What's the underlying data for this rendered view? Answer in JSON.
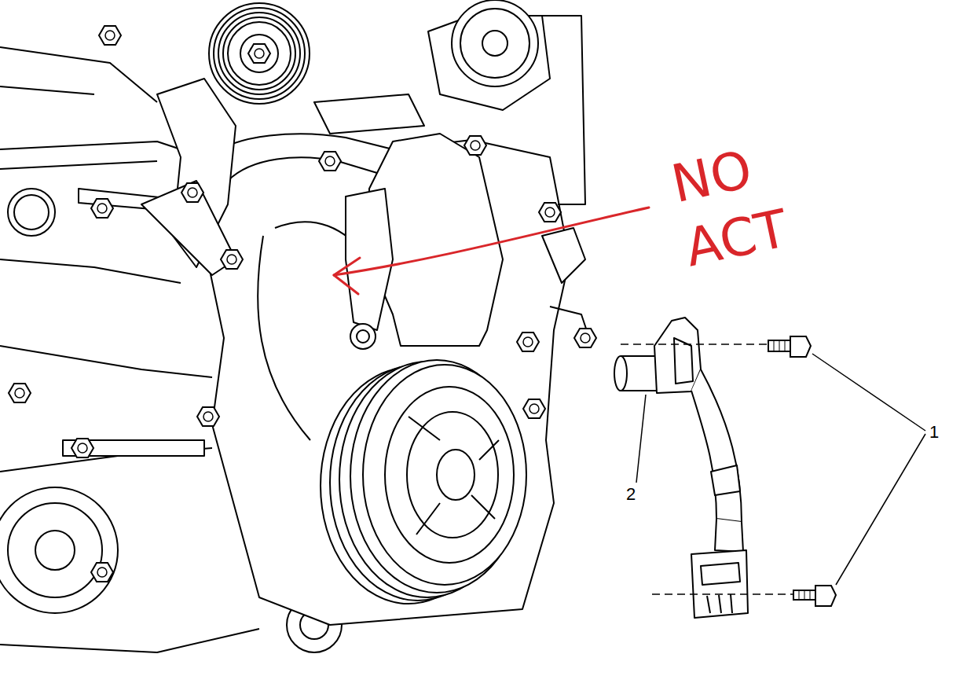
{
  "diagram": {
    "labels": [
      "NO ACT",
      "2",
      "1"
    ]
  }
}
